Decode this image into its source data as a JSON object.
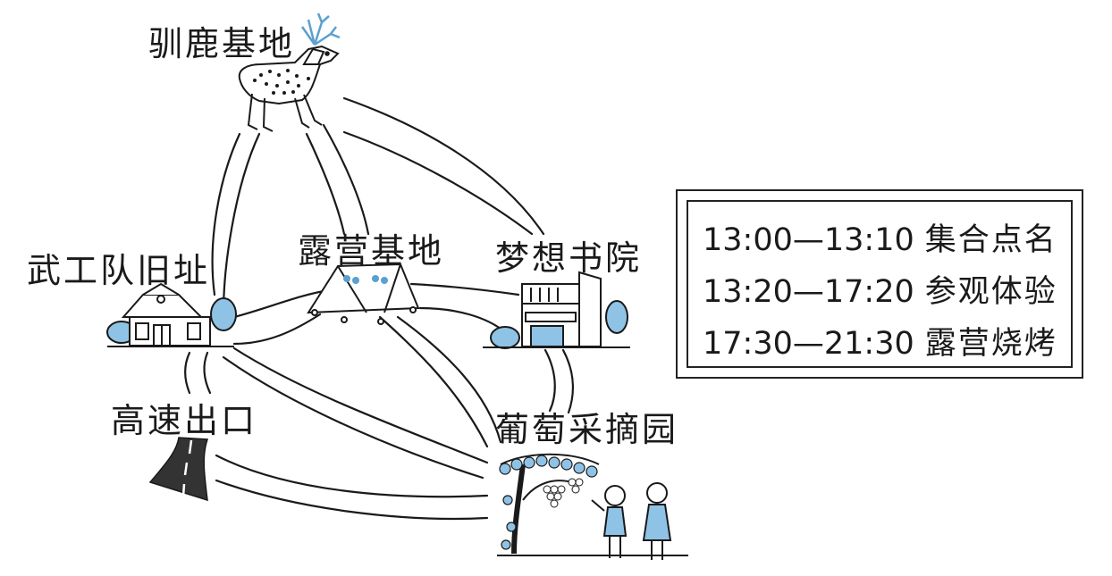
{
  "places": {
    "deer": "驯鹿基地",
    "workteam": "武工队旧址",
    "camp": "露营基地",
    "academy": "梦想书院",
    "highway": "高速出口",
    "grape": "葡萄采摘园"
  },
  "schedule": [
    {
      "time": "13:00—13:10",
      "activity": "集合点名"
    },
    {
      "time": "13:20—17:20",
      "activity": "参观体验"
    },
    {
      "time": "17:30—21:30",
      "activity": "露营烧烤"
    }
  ],
  "colors": {
    "ink": "#1a1a1a",
    "accent_blue": "#8fc3e6",
    "road": "#333333"
  },
  "icons": [
    "deer-icon",
    "house-icon",
    "tent-icon",
    "building-icon",
    "road-icon",
    "grape-vine-icon"
  ]
}
